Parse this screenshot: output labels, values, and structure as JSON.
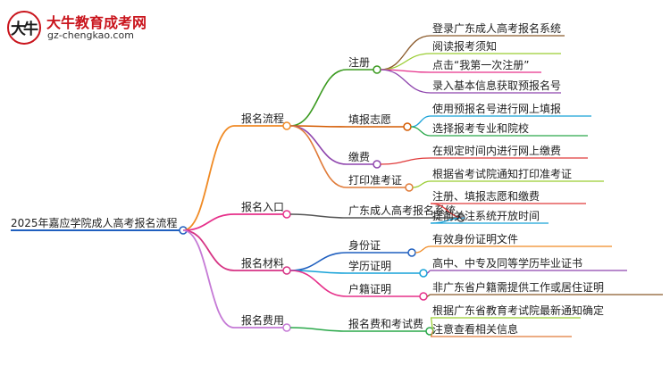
{
  "brand": {
    "title": "大牛教育成考网",
    "url": "gz-chengkao.com",
    "logo_text": "大牛"
  },
  "mindmap": {
    "root": "2025年嘉应学院成人高考报名流程",
    "branches": [
      {
        "label": "报名流程",
        "color": "#f08a24",
        "children": [
          {
            "label": "注册",
            "color": "#3a9a1f",
            "children": [
              "登录广东成人高考报名系统",
              "阅读报考须知",
              "点击“我第一次注册”",
              "录入基本信息获取预报名号"
            ],
            "leaf_colors": [
              "#8b5a2b",
              "#9acd32",
              "#e6308a",
              "#8e44ad"
            ]
          },
          {
            "label": "填报志愿",
            "color": "#d45a00",
            "children": [
              "使用预报名号进行网上填报",
              "选择报考专业和院校"
            ],
            "leaf_colors": [
              "#17a2d8",
              "#2aa84a"
            ]
          },
          {
            "label": "缴费",
            "color": "#8e44ad",
            "children": [
              "在规定时间内进行网上缴费"
            ],
            "leaf_colors": [
              "#e03a3a"
            ]
          },
          {
            "label": "打印准考证",
            "color": "#e07b39",
            "children": [
              "根据省考试院通知打印准考证"
            ],
            "leaf_colors": [
              "#9acd32"
            ]
          }
        ]
      },
      {
        "label": "报名入口",
        "color": "#e6308a",
        "children": [
          {
            "label": "广东成人高考报名系统",
            "color": "#555555",
            "children": [
              "注册、填报志愿和缴费",
              "提前关注系统开放时间"
            ],
            "leaf_colors": [
              "#e03a3a",
              "#17a2d8"
            ]
          }
        ]
      },
      {
        "label": "报名材料",
        "color": "#d63384",
        "children": [
          {
            "label": "身份证",
            "color": "#1f5fbf",
            "children": [
              "有效身份证明文件"
            ],
            "leaf_colors": [
              "#f08a24"
            ]
          },
          {
            "label": "学历证明",
            "color": "#17a2d8",
            "children": [
              "高中、中专及同等学历毕业证书"
            ],
            "leaf_colors": [
              "#8e44ad"
            ]
          },
          {
            "label": "户籍证明",
            "color": "#e6308a",
            "children": [
              "非广东省户籍需提供工作或居住证明"
            ],
            "leaf_colors": [
              "#8b5a2b"
            ]
          }
        ]
      },
      {
        "label": "报名费用",
        "color": "#c57ad6",
        "children": [
          {
            "label": "报名费和考试费",
            "color": "#2aa84a",
            "children": [
              "根据广东省教育考试院最新通知确定",
              "注意查看相关信息"
            ],
            "leaf_colors": [
              "#9acd32",
              "#e07b39"
            ]
          }
        ]
      }
    ]
  }
}
